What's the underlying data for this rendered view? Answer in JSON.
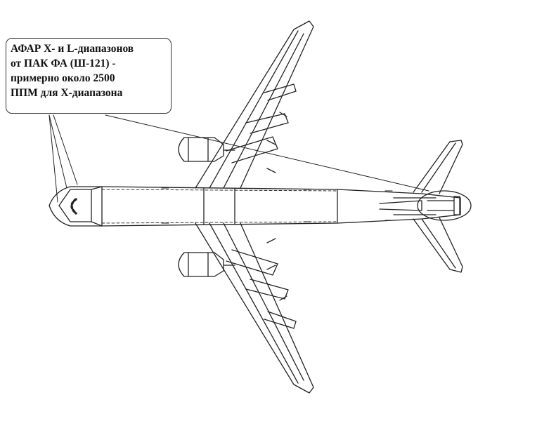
{
  "callout": {
    "lines": [
      "АФАР Х- и L-диапазонов",
      "от ПАК ФА (Ш-121) -",
      "примерно около 2500",
      "ППМ для Х-диапазона"
    ]
  },
  "colors": {
    "ink": "#222222",
    "background": "#ffffff"
  }
}
